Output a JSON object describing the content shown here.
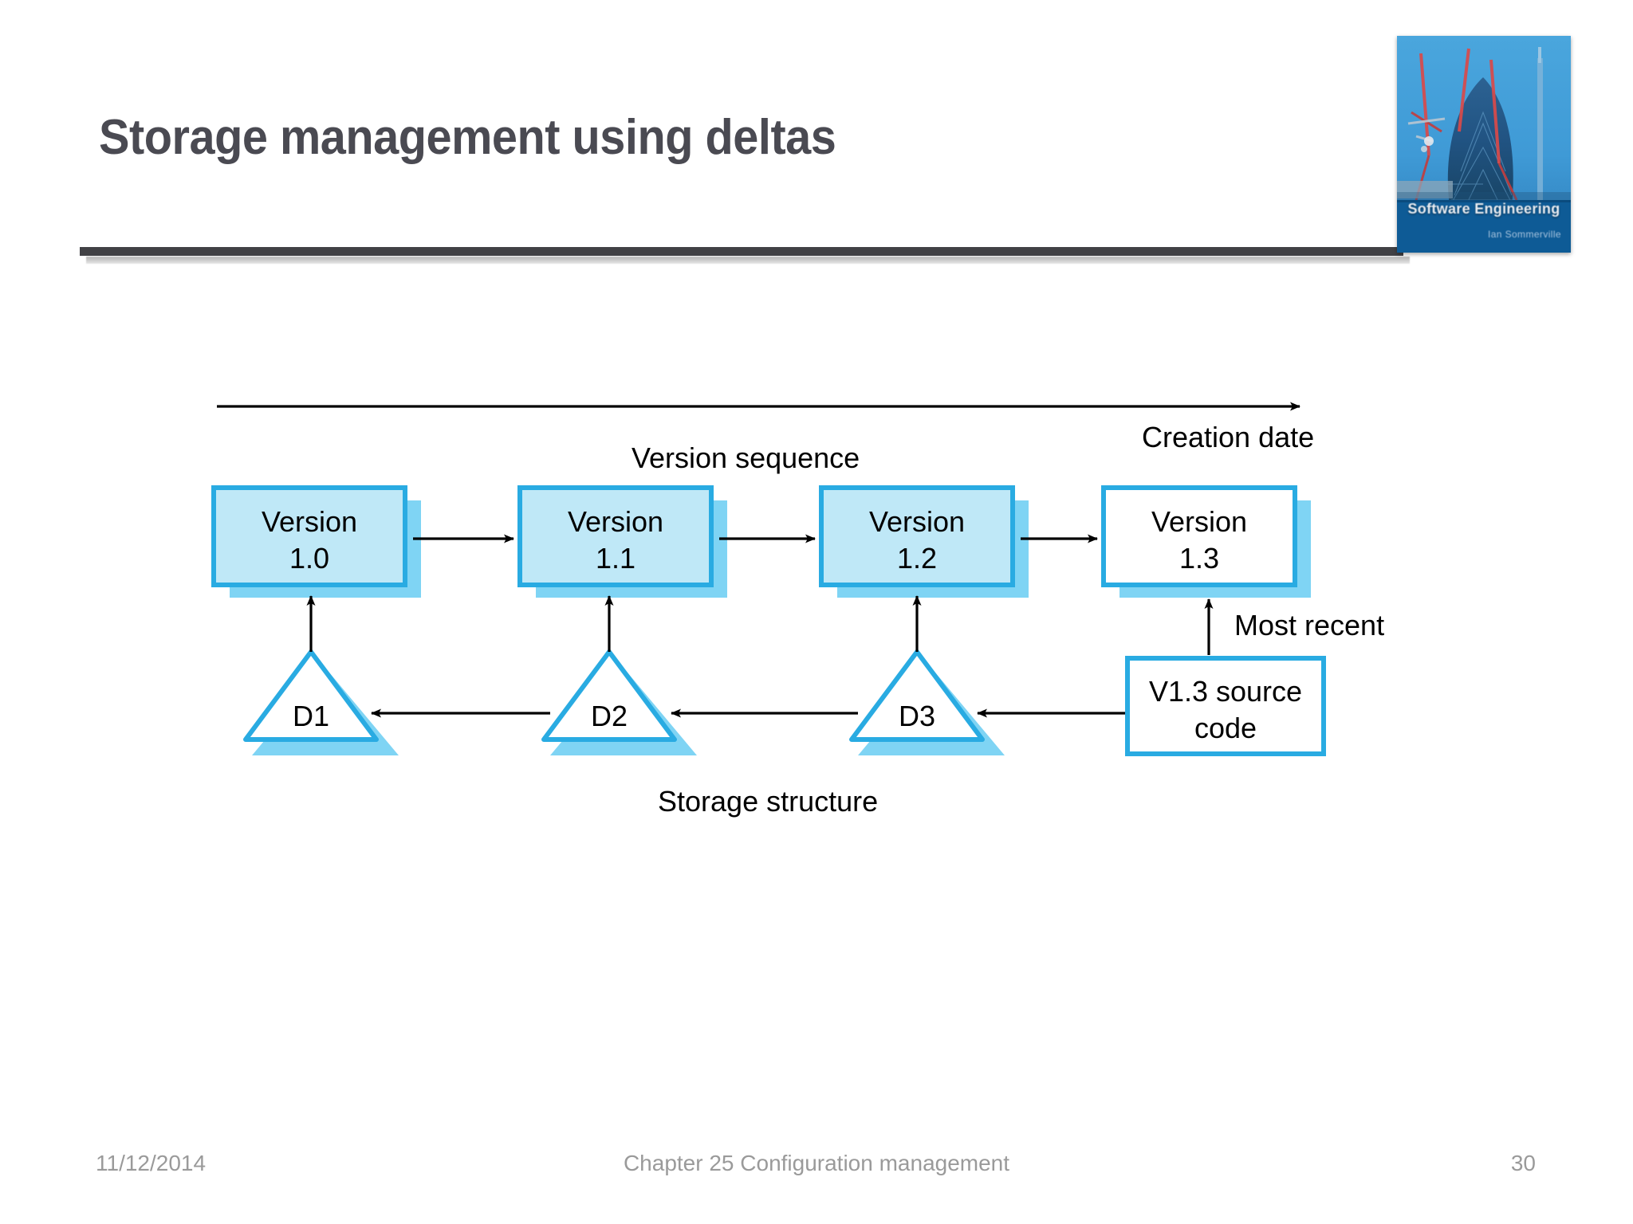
{
  "slide": {
    "title": "Storage management using deltas",
    "accent_blue": "#29abe2",
    "box_fill_blue": "#bfe8f7",
    "shadow_blue": "#7fd4f4",
    "title_color": "#4a4a52",
    "rule_color": "#414145"
  },
  "book_cover": {
    "alt": "book-cover-software-engineering",
    "title": "Software Engineering",
    "author": "Ian Sommerville"
  },
  "diagram": {
    "axis_arrow_label": "Creation date",
    "version_sequence_label": "Version sequence",
    "storage_structure_label": "Storage structure",
    "most_recent_label": "Most recent",
    "versions": [
      {
        "name": "Version",
        "number": "1.0",
        "filled": true
      },
      {
        "name": "Version",
        "number": "1.1",
        "filled": true
      },
      {
        "name": "Version",
        "number": "1.2",
        "filled": true
      },
      {
        "name": "Version",
        "number": "1.3",
        "filled": false
      }
    ],
    "deltas": [
      {
        "label": "D1"
      },
      {
        "label": "D2"
      },
      {
        "label": "D3"
      }
    ],
    "source_box": {
      "line1": "V1.3 source",
      "line2": "code"
    }
  },
  "footer": {
    "date": "11/12/2014",
    "chapter": "Chapter 25 Configuration management",
    "page": "30"
  }
}
